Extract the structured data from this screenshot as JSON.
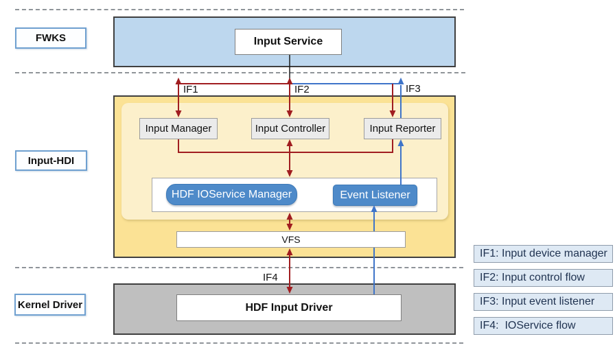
{
  "layers": {
    "fwks": "FWKS",
    "input_hdi": "Input-HDI",
    "kernel_driver": "Kernel Driver"
  },
  "nodes": {
    "input_service": "Input Service",
    "input_manager": "Input Manager",
    "input_controller": "Input Controller",
    "input_reporter": "Input Reporter",
    "hdf_ioservice_manager": "HDF IOService Manager",
    "event_listener": "Event Listener",
    "vfs": "VFS",
    "hdf_input_driver": "HDF Input Driver"
  },
  "interfaces": {
    "if1": "IF1",
    "if2": "IF2",
    "if3": "IF3",
    "if4": "IF4"
  },
  "legend": {
    "items": [
      {
        "label": "IF1: Input device manager"
      },
      {
        "label": "IF2: Input control flow"
      },
      {
        "label": "IF3: Input event listener"
      },
      {
        "label": "IF4:  IOService flow"
      }
    ]
  },
  "colors": {
    "red_flow": "#a01d20",
    "blue_flow": "#3e74c9",
    "black_connector": "#1a1a1a",
    "fwks_layer_fill": "#bdd7ee",
    "hdi_layer_fill": "#fbe295",
    "hdi_inner_fill": "#fcf0cb",
    "kernel_layer_fill": "#bfbfbf",
    "service_node_fill": "#4e8ac9",
    "component_node_fill": "#ebebeb",
    "legend_fill": "#dee9f4"
  }
}
